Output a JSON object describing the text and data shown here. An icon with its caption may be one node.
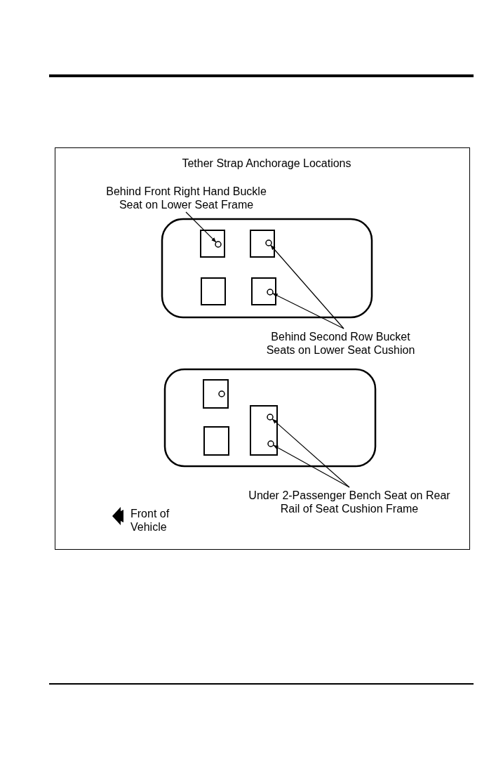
{
  "diagram": {
    "title": "Tether Strap Anchorage Locations",
    "nodes": [
      {
        "text": [
          "Behind Front Right Hand Buckle Seat on Lower Seat Frame"
        ]
      },
      {
        "text": [],
        "shape": "circle"
      },
      {
        "text": [
          "Behind Second Row Bucket Seats on Lower Seat Cushion"
        ]
      },
      {
        "text": [],
        "shape": "circle"
      },
      {
        "text": [],
        "shape": "circle"
      },
      {
        "text": [
          "Under 2-Passenger Bench Seat on Rear Rail of Seat Cushion Frame"
        ]
      },
      {
        "text": [],
        "shape": "circle"
      },
      {
        "text": [],
        "shape": "circle"
      }
    ],
    "edges": [
      {
        "from": 0,
        "to": 1,
        "arrow": "to"
      },
      {
        "from": 2,
        "to": 3,
        "arrow": "to"
      },
      {
        "from": 2,
        "to": 4,
        "arrow": "to"
      },
      {
        "from": 5,
        "to": 6,
        "arrow": "to"
      },
      {
        "from": 5,
        "to": 7,
        "arrow": "to"
      }
    ],
    "labels": [
      "Front of Vehicle"
    ]
  }
}
